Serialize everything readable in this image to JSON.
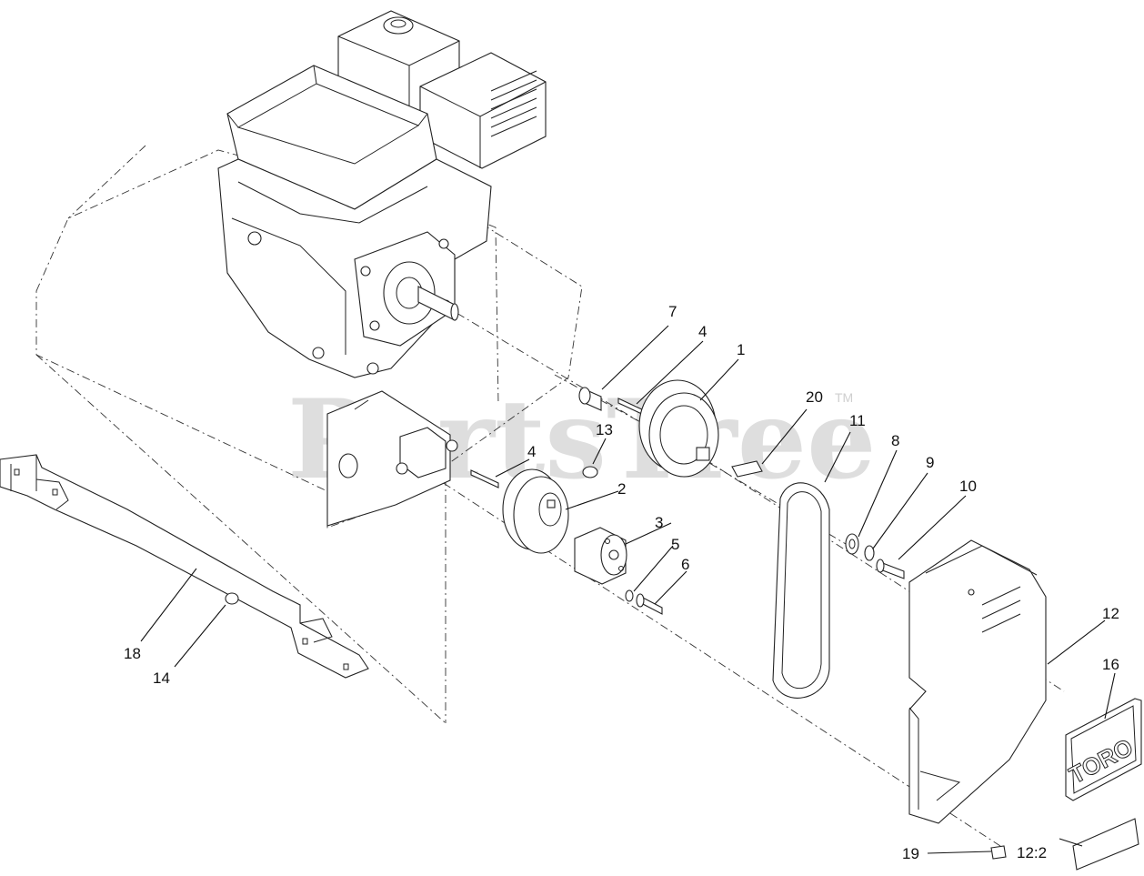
{
  "watermark": {
    "text": "PartsTree",
    "trademark": "TM"
  },
  "logo": {
    "text": "TORO"
  },
  "callouts": [
    {
      "id": "c7",
      "label": "7"
    },
    {
      "id": "c4a",
      "label": "4"
    },
    {
      "id": "c1",
      "label": "1"
    },
    {
      "id": "c20",
      "label": "20"
    },
    {
      "id": "c13",
      "label": "13"
    },
    {
      "id": "c11",
      "label": "11"
    },
    {
      "id": "c8",
      "label": "8"
    },
    {
      "id": "c9",
      "label": "9"
    },
    {
      "id": "c4b",
      "label": "4"
    },
    {
      "id": "c10",
      "label": "10"
    },
    {
      "id": "c2",
      "label": "2"
    },
    {
      "id": "c3",
      "label": "3"
    },
    {
      "id": "c5",
      "label": "5"
    },
    {
      "id": "c6",
      "label": "6"
    },
    {
      "id": "c12",
      "label": "12"
    },
    {
      "id": "c16",
      "label": "16"
    },
    {
      "id": "c18",
      "label": "18"
    },
    {
      "id": "c14",
      "label": "14"
    },
    {
      "id": "c12b",
      "label": "12:2"
    },
    {
      "id": "c19",
      "label": "19"
    }
  ]
}
